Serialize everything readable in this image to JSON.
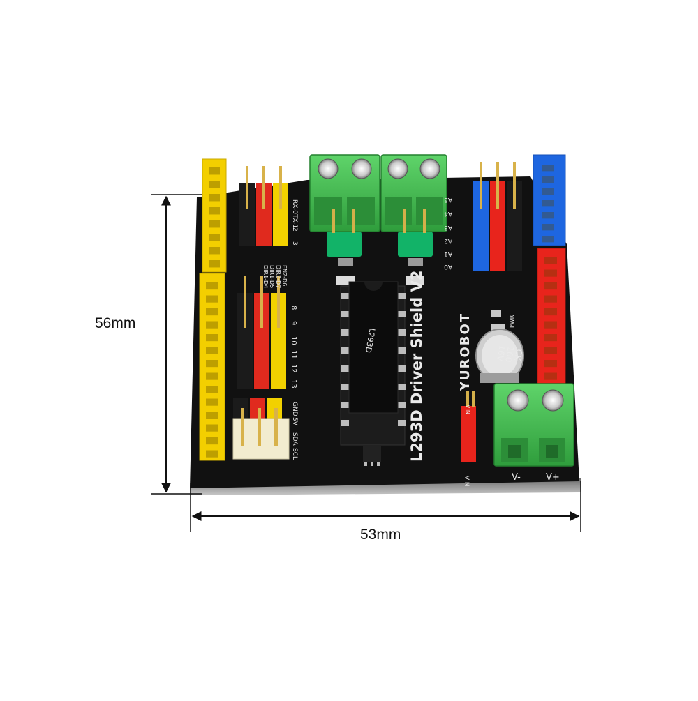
{
  "dimensions": {
    "height_label": "56mm",
    "width_label": "53mm"
  },
  "board": {
    "title": "L293D Driver Shield V2",
    "brand": "YUROBOT",
    "chip_text": "L293D",
    "capacitor_lines": [
      "CK",
      "100",
      "16V"
    ],
    "top_left_pins": [
      "RX-0",
      "TX-1",
      "2",
      "3"
    ],
    "motor_pins": [
      "DIR1-D4",
      "DIR1-D5",
      "DIR2-D7",
      "EN2-D6"
    ],
    "left_digital_pins": [
      "8",
      "9",
      "10",
      "11",
      "12",
      "13"
    ],
    "i2c_pins": [
      "GND",
      "5V",
      "SDA",
      "SCL"
    ],
    "analog_pins": [
      "A5",
      "A4",
      "A3",
      "A2",
      "A1",
      "A0"
    ],
    "power_labels": [
      "V-",
      "V+"
    ],
    "vin_labels": [
      "VIN",
      "VIN"
    ],
    "pwr_label": "PWR"
  },
  "colors": {
    "pcb": "#111111",
    "yellow_header": "#f7d500",
    "blue_header": "#1e66e0",
    "red_header": "#e8241c",
    "terminal_green": "#3cb54a",
    "jumper_green": "#14b464"
  }
}
